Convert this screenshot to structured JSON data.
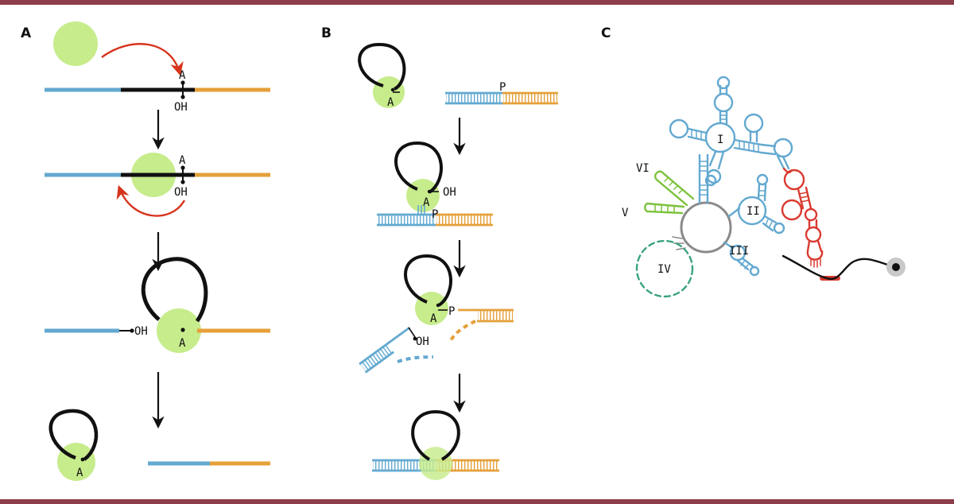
{
  "colors": {
    "blue": "#63a9d0",
    "orange": "#e5a03a",
    "black": "#111111",
    "green_disk": "#c7ec8c",
    "red_arrow": "#d6341c",
    "red_domain": "#d93a30",
    "green_stems": "#7cc23b",
    "teal_dashed": "#3aa37c",
    "grey": "#8a8a8a",
    "band": "#8e3d4b"
  },
  "panels": {
    "a": {
      "letter": "A"
    },
    "b": {
      "letter": "B"
    },
    "c": {
      "letter": "C"
    }
  },
  "labels": {
    "a": "A",
    "oh": "OH",
    "p": "P"
  },
  "domains": [
    "I",
    "II",
    "III",
    "IV",
    "V",
    "VI"
  ]
}
